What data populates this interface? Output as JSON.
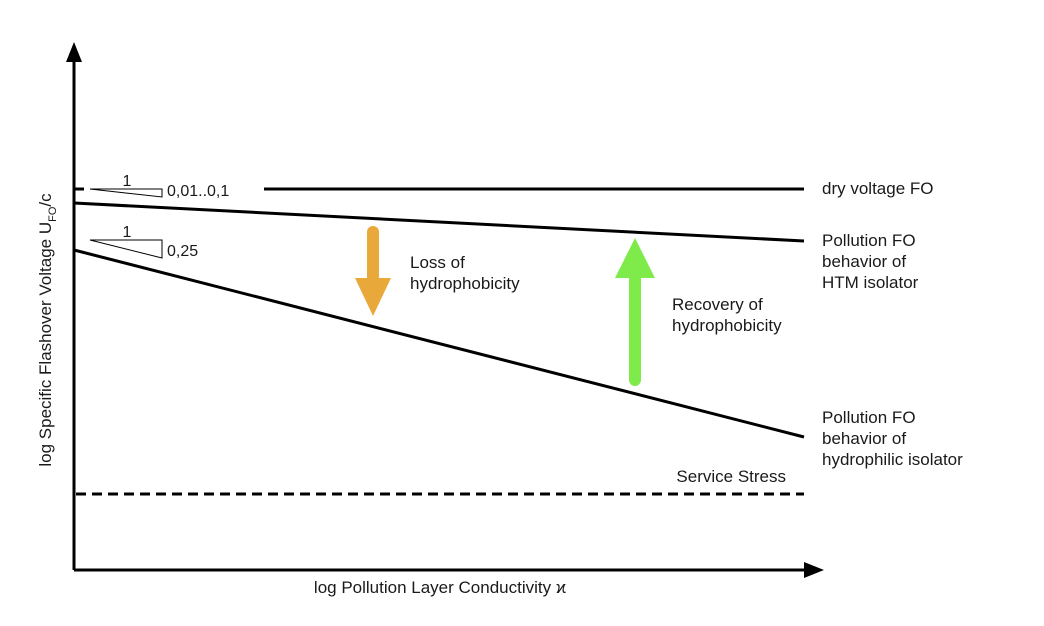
{
  "axes": {
    "x_label": "log Pollution Layer Conductivity ϰ",
    "y_label_main": "log Specific Flashover Voltage U",
    "y_label_sub": "FO",
    "y_label_tail": "/c"
  },
  "slopes": {
    "top": {
      "run_label": "1",
      "value_label": "0,01..0,1"
    },
    "bottom": {
      "run_label": "1",
      "value_label": "0,25"
    }
  },
  "curves": {
    "dry": {
      "label": "dry voltage FO"
    },
    "htm": {
      "label_lines": [
        "Pollution FO",
        "behavior of",
        "HTM isolator"
      ]
    },
    "hydrophilic": {
      "label_lines": [
        "Pollution FO",
        "behavior of",
        "hydrophilic isolator"
      ]
    },
    "service": {
      "label": "Service Stress"
    }
  },
  "arrows": {
    "loss": {
      "label_lines": [
        "Loss of",
        "hydrophobicity"
      ],
      "color": "#E8A93A"
    },
    "recovery": {
      "label_lines": [
        "Recovery of",
        "hydrophobicity"
      ],
      "color": "#7EEB4A"
    }
  }
}
